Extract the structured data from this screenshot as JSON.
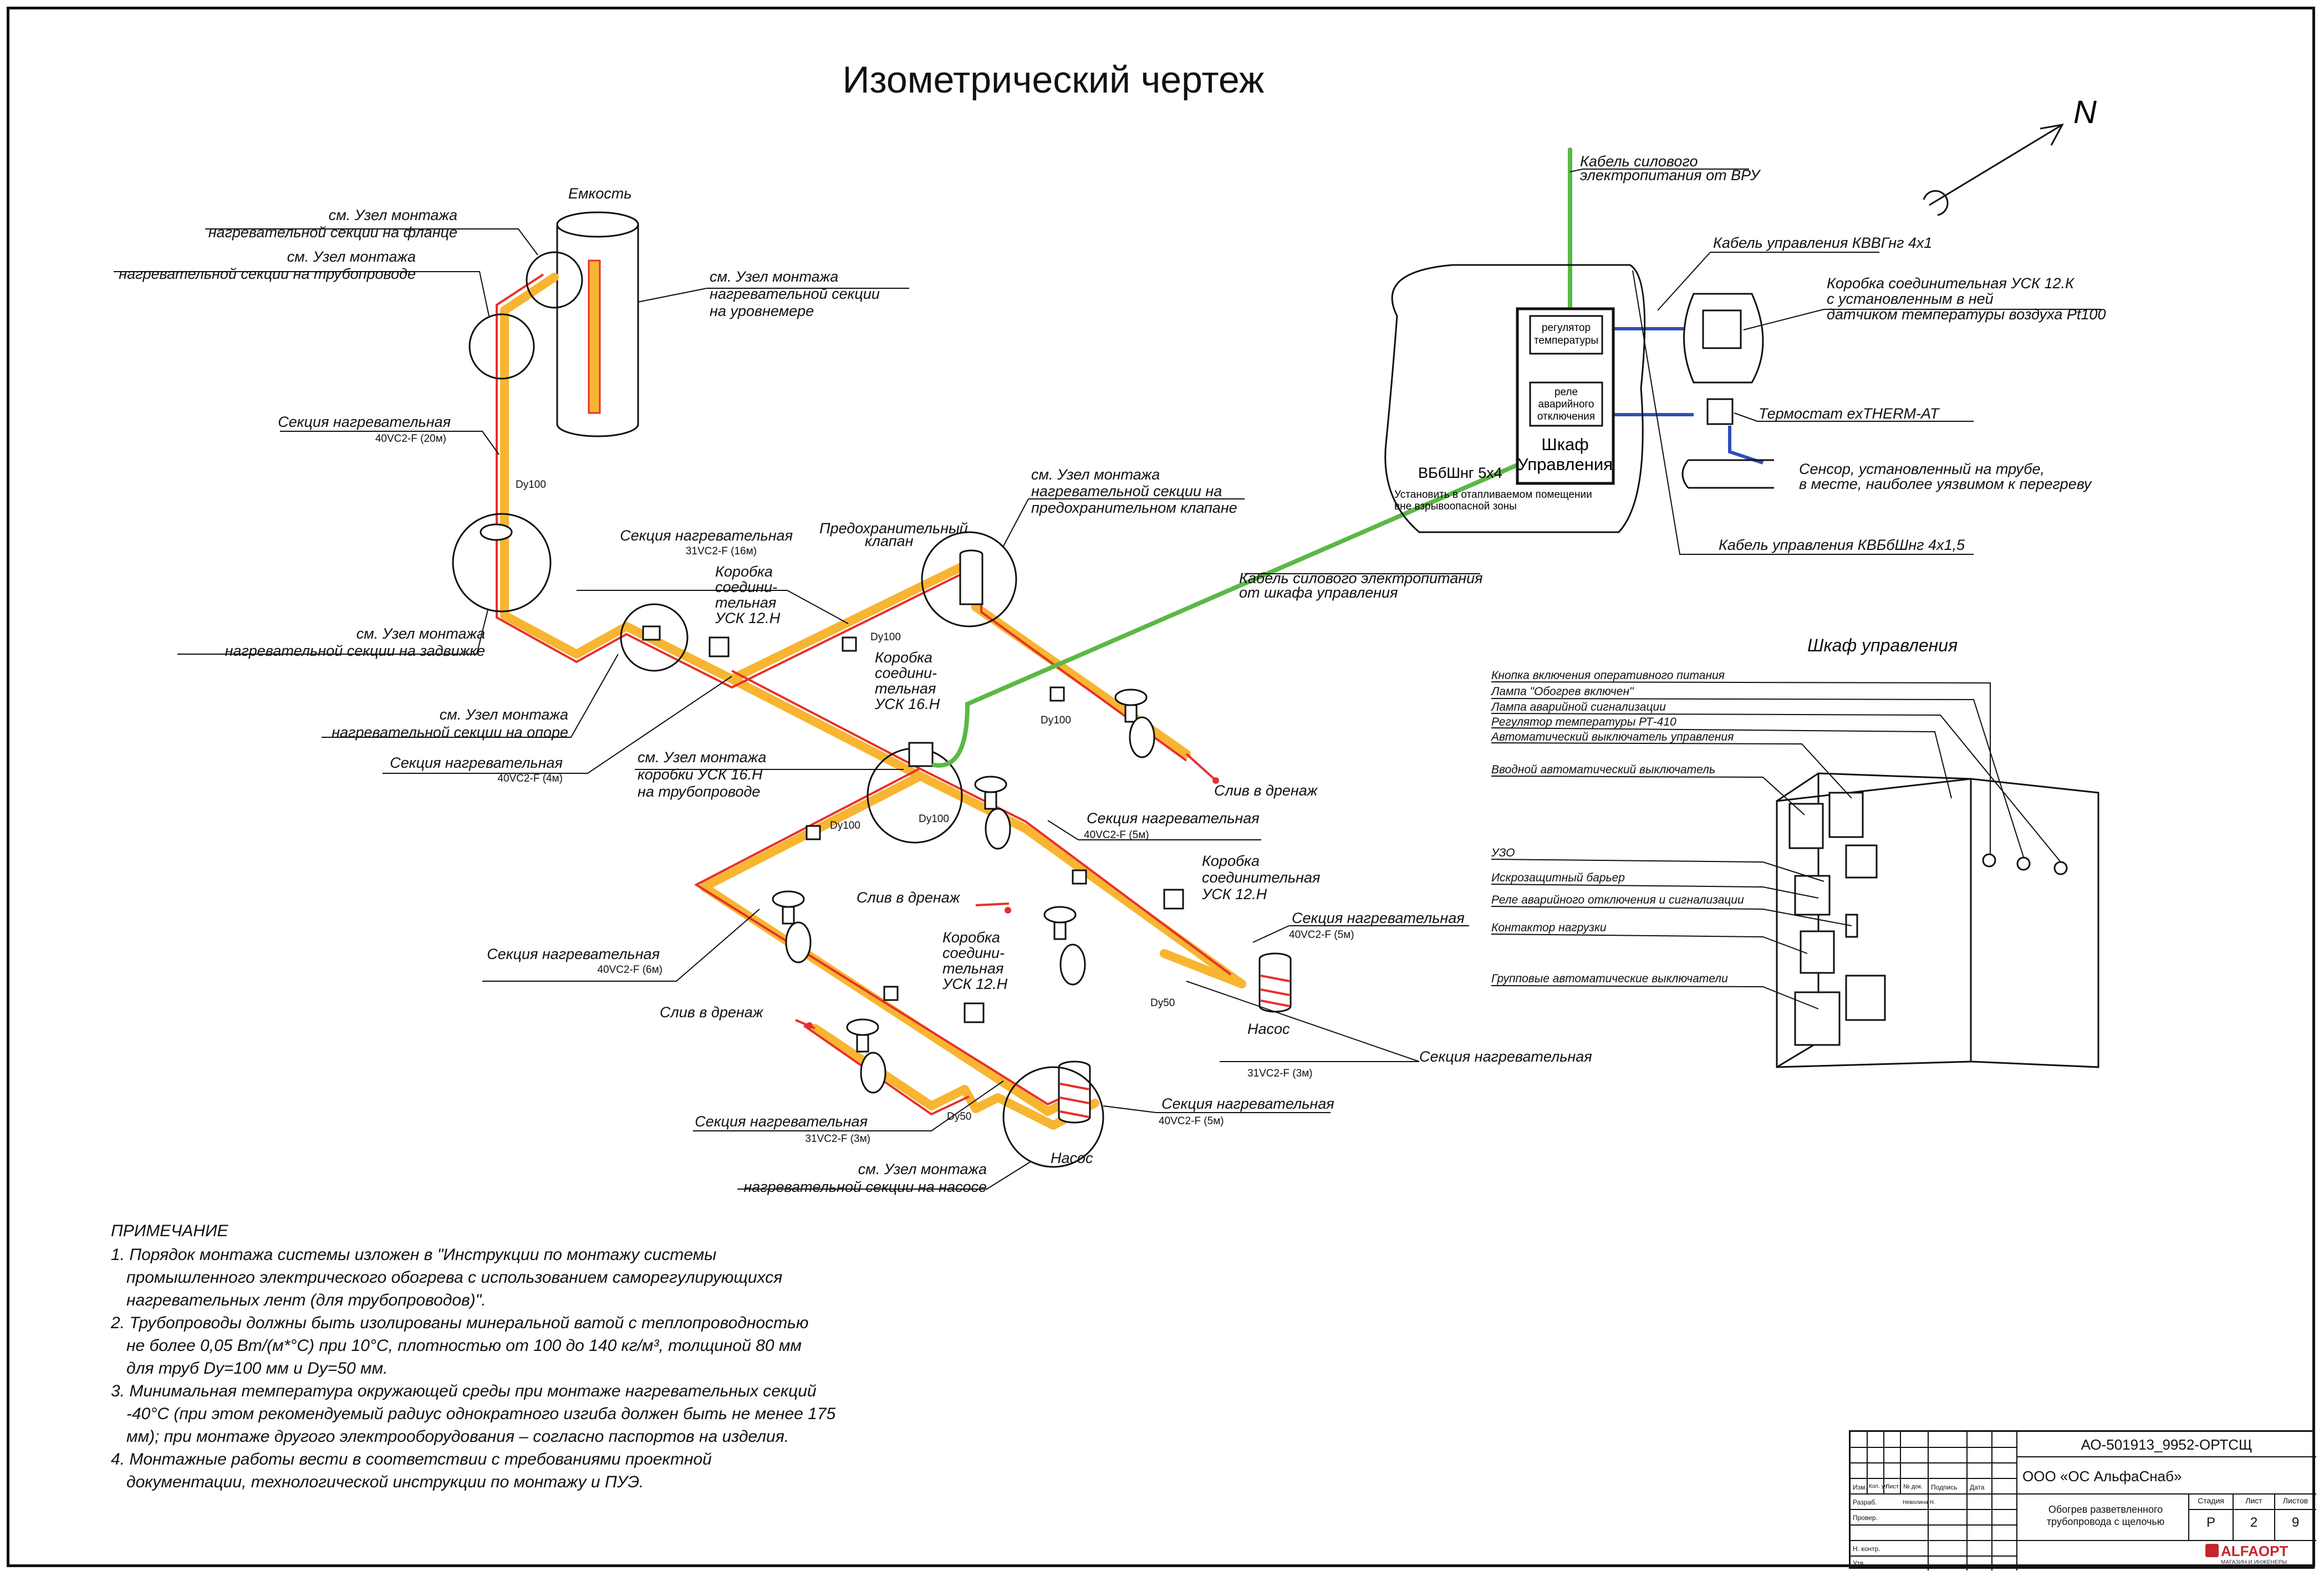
{
  "title": "Изометрический чертеж",
  "north": "N",
  "labels": {
    "tank": "Емкость",
    "flange1": "см. Узел монтажа",
    "flange2": "нагревательной секции на фланце",
    "pipe1": "см. Узел монтажа",
    "pipe2": "нагревательной секции на трубопроводе",
    "level1": "см. Узел монтажа",
    "level2": "нагревательной секции",
    "level3": "на уровнемере",
    "sec20": "Секция нагревательная",
    "sec20s": "40VC2-F (20м)",
    "dy100a": "Dy100",
    "valve1": "см. Узел монтажа",
    "valve2": "нагревательной секции на задвижке",
    "sec16": "Секция нагревательная",
    "sec16s": "31VC2-F (16м)",
    "box12a1": "Коробка",
    "box12a2": "соедини-",
    "box12a3": "тельная",
    "box12a4": "УСК 12.Н",
    "safety1": "Предохранительный",
    "safety2": "клапан",
    "safn1": "см. Узел монтажа",
    "safn2": "нагревательной секции на",
    "safn3": "предохранительном клапане",
    "support1": "см. Узел монтажа",
    "support2": "нагревательной секции на опоре",
    "sec4": "Секция нагревательная",
    "sec4s": "40VC2-F (4м)",
    "box16n1": "см. Узел монтажа",
    "box16n2": "коробки УСК 16.Н",
    "box16n3": "на трубопроводе",
    "dy100b": "Dy100",
    "box16a": "Коробка",
    "box16b": "соедини-",
    "box16c": "тельная",
    "box16d": "УСК 16.Н",
    "dy100c": "Dy100",
    "drain1": "Слив в дренаж",
    "dy100d": "Dy100",
    "dy100e": "Dy100",
    "sec5a": "Секция нагревательная",
    "sec5as": "40VC2-F (5м)",
    "box12b1": "Коробка",
    "box12b2": "соединительная",
    "box12b3": "УСК 12.Н",
    "drain2": "Слив в дренаж",
    "sec5b": "Секция нагревательная",
    "sec5bs": "40VC2-F (5м)",
    "sec6": "Секция нагревательная",
    "sec6s": "40VC2-F (6м)",
    "box12c1": "Коробка",
    "box12c2": "соедини-",
    "box12c3": "тельная",
    "box12c4": "УСК 12.Н",
    "dy50a": "Dy50",
    "pump1": "Насос",
    "drain3": "Слив в дренаж",
    "sec3a": "Секция нагревательная",
    "sec3as": "31VC2-F (3м)",
    "sec5c": "Секция нагревательная",
    "sec5cs": "40VC2-F (5м)",
    "sec3b": "Секция нагревательная",
    "sec3bs": "31VC2-F (3м)",
    "dy50b": "Dy50",
    "pump2": "Насос",
    "pumpn1": "см. Узел монтажа",
    "pumpn2": "нагревательной секции на насосе",
    "powerVru1": "Кабель силового",
    "powerVru2": "электропитания от ВРУ",
    "ctrl1": "Кабель управления КВВГнг 4х1",
    "jbox1": "Коробка соединительная УСК 12.К",
    "jbox2": "с установленным в ней",
    "jbox3": "датчиком температуры воздуха Pt100",
    "regulator1": "регулятор",
    "regulator2": "температуры",
    "relay1": "реле",
    "relay2": "аварийного",
    "relay3": "отключения",
    "thermostat": "Термостат exTHERM-AT",
    "cabinet1": "Шкаф",
    "cabinet2": "Управления",
    "vbb": "ВБбШнг 5х4",
    "install1": "Установить в отапливаемом помещении",
    "install2": "вне взрывоопасной зоны",
    "sensor1": "Сенсор, установленный на трубе,",
    "sensor2": "в месте, наиболее уязвимом к перегреву",
    "ctrl2": "Кабель управления КВБбШнг 4х1,5",
    "powerCab1": "Кабель силового электропитания",
    "powerCab2": "от шкафа управления",
    "cabTitle": "Шкаф управления",
    "c1": "Кнопка включения оперативного питания",
    "c2": "Лампа \"Обогрев включен\"",
    "c3": "Лампа аварийной сигнализации",
    "c4": "Регулятор температуры РТ-410",
    "c5": "Автоматический выключатель управления",
    "c6": "Вводной автоматический выключатель",
    "c7": "УЗО",
    "c8": "Искрозащитный барьер",
    "c9": "Реле аварийного отключения и сигнализации",
    "c10": "Контактор нагрузки",
    "c11": "Групповые автоматические выключатели"
  },
  "notes": {
    "heading": "ПРИМЕЧАНИЕ",
    "n1a": "1. Порядок монтажа системы изложен в \"Инструкции по монтажу системы",
    "n1b": "промышленного электрического обогрева с использованием саморегулирующихся",
    "n1c": "нагревательных лент (для трубопроводов)\".",
    "n2a": "2. Трубопроводы должны быть изолированы минеральной ватой с теплопроводностью",
    "n2b": "не более 0,05 Вт/(м*°С) при 10°С, плотностью от 100 до 140 кг/м³, толщиной 80 мм",
    "n2c": "для труб Dy=100 мм и Dy=50 мм.",
    "n3a": "3. Минимальная температура окружающей среды при монтаже нагревательных секций",
    "n3b": "-40°С  (при этом рекомендуемый радиус однократного изгиба должен быть не менее 175",
    "n3c": "мм); при монтаже другого электрооборудования – согласно паспортов на изделия.",
    "n4a": "4. Монтажные работы вести в соответствии с требованиями проектной",
    "n4b": "документации, технологической инструкции по монтажу и ПУЭ."
  },
  "stamp": {
    "code": "АО-501913_9952-ОРТСЩ",
    "company": "ООО «ОС АльфаСнаб»",
    "desc1": "Обогрев разветвленного",
    "desc2": "трубопровода с щелочью",
    "stage_h": "Стадия",
    "sheet_h": "Лист",
    "sheets_h": "Листов",
    "stage": "Р",
    "sheet": "2",
    "sheets": "9",
    "col1": "Изм.",
    "col2": "Кол. уч",
    "col3": "Лист",
    "col4": "№ док.",
    "col5": "Подпись",
    "col6": "Дата",
    "r1": "Разраб.",
    "r1name": "Неволина Н.",
    "r2": "Провер.",
    "r3": "Н. контр.",
    "r4": "Утв.",
    "logo": "ALFAOPT",
    "logo2": "МАГАЗИН И ИНЖЕНЕРЫ"
  },
  "colors": {
    "pipe": "#f7b531",
    "cable": "#e8302b",
    "power": "#5bb846",
    "control": "#2f4fb5"
  }
}
